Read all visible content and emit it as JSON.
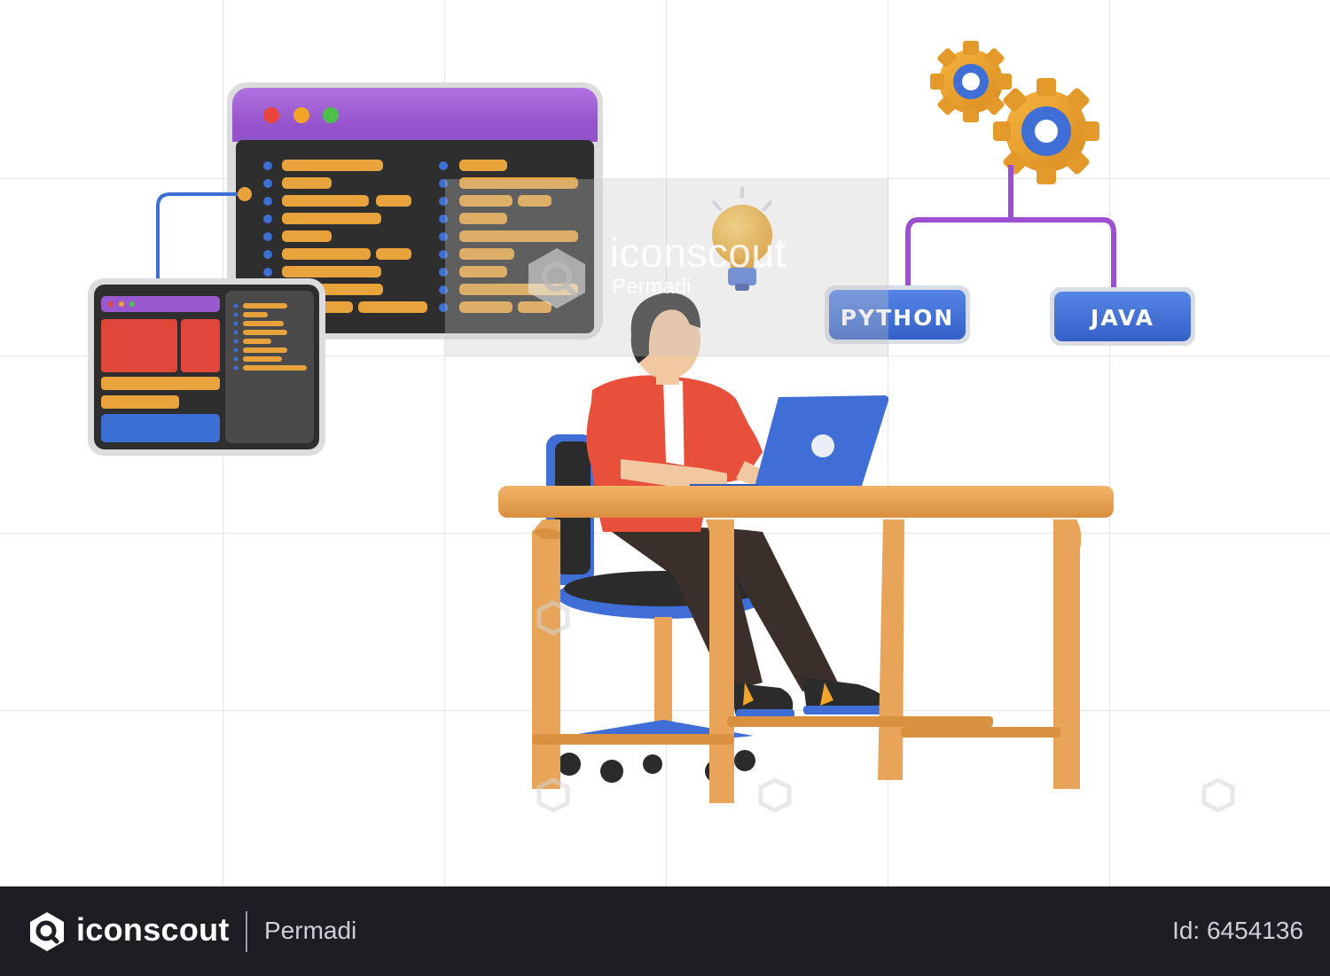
{
  "illustration": {
    "languages": [
      "PYTHON",
      "JAVA"
    ],
    "watermark": {
      "brand": "iconscout",
      "author": "Permadi"
    }
  },
  "footer": {
    "brand": "iconscout",
    "author": "Permadi",
    "asset_id": "Id: 6454136"
  },
  "colors": {
    "background": "#ffffff",
    "footer_background": "#1d1d24",
    "window_header_purple": "#9b59d0",
    "code_orange": "#e8a33c",
    "code_blue": "#3b6fd4",
    "badge_blue": "#3f6fd6",
    "shirt_red": "#e8503c",
    "desk_wood": "#e8a55a",
    "chair_blue": "#3f6fd6"
  },
  "icons": [
    "browser-window-icon",
    "code-window-icon",
    "gear-icon",
    "lightbulb-icon",
    "laptop-icon",
    "iconscout-logo-icon"
  ]
}
